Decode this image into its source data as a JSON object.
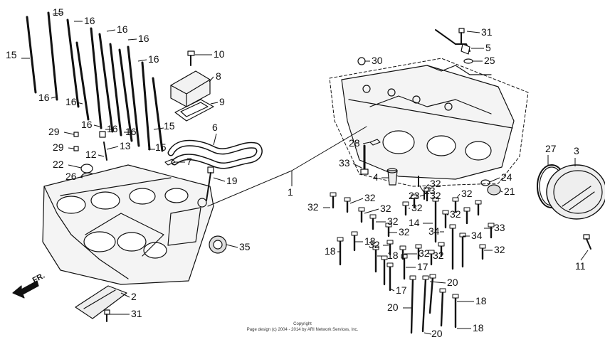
{
  "figure": {
    "front_marker": "FR.",
    "copyright_line1": "Copyright",
    "copyright_line2": "Page design (c) 2004 - 2014 by ARI Network Services, Inc."
  },
  "parts": [
    {
      "id": "p15a",
      "label": "15"
    },
    {
      "id": "p15b",
      "label": "15"
    },
    {
      "id": "p15c",
      "label": "15"
    },
    {
      "id": "p15d",
      "label": "15"
    },
    {
      "id": "p16a",
      "label": "16"
    },
    {
      "id": "p16b",
      "label": "16"
    },
    {
      "id": "p16c",
      "label": "16"
    },
    {
      "id": "p16d",
      "label": "16"
    },
    {
      "id": "p16e",
      "label": "16"
    },
    {
      "id": "p16f",
      "label": "16"
    },
    {
      "id": "p16g",
      "label": "16"
    },
    {
      "id": "p16h",
      "label": "16"
    },
    {
      "id": "p16i",
      "label": "16"
    },
    {
      "id": "p10",
      "label": "10"
    },
    {
      "id": "p8",
      "label": "8"
    },
    {
      "id": "p9",
      "label": "9"
    },
    {
      "id": "p6",
      "label": "6"
    },
    {
      "id": "p7",
      "label": "7"
    },
    {
      "id": "p13",
      "label": "13"
    },
    {
      "id": "p12",
      "label": "12"
    },
    {
      "id": "p29a",
      "label": "29"
    },
    {
      "id": "p29b",
      "label": "29"
    },
    {
      "id": "p22",
      "label": "22"
    },
    {
      "id": "p26",
      "label": "26"
    },
    {
      "id": "p19",
      "label": "19"
    },
    {
      "id": "p1",
      "label": "1"
    },
    {
      "id": "p35",
      "label": "35"
    },
    {
      "id": "p2",
      "label": "2"
    },
    {
      "id": "p31a",
      "label": "31"
    },
    {
      "id": "p31b",
      "label": "31"
    },
    {
      "id": "p5",
      "label": "5"
    },
    {
      "id": "p25",
      "label": "25"
    },
    {
      "id": "p30",
      "label": "30"
    },
    {
      "id": "p28",
      "label": "28"
    },
    {
      "id": "p33a",
      "label": "33"
    },
    {
      "id": "p33b",
      "label": "33"
    },
    {
      "id": "p4",
      "label": "4"
    },
    {
      "id": "p24",
      "label": "24"
    },
    {
      "id": "p21",
      "label": "21"
    },
    {
      "id": "p23a",
      "label": "23"
    },
    {
      "id": "p23b",
      "label": "23"
    },
    {
      "id": "p27",
      "label": "27"
    },
    {
      "id": "p3",
      "label": "3"
    },
    {
      "id": "p11",
      "label": "11"
    },
    {
      "id": "p32a",
      "label": "32"
    },
    {
      "id": "p32b",
      "label": "32"
    },
    {
      "id": "p32c",
      "label": "32"
    },
    {
      "id": "p32d",
      "label": "32"
    },
    {
      "id": "p32e",
      "label": "32"
    },
    {
      "id": "p32f",
      "label": "32"
    },
    {
      "id": "p32g",
      "label": "32"
    },
    {
      "id": "p32h",
      "label": "32"
    },
    {
      "id": "p32i",
      "label": "32"
    },
    {
      "id": "p32j",
      "label": "32"
    },
    {
      "id": "p32k",
      "label": "32"
    },
    {
      "id": "p32l",
      "label": "32"
    },
    {
      "id": "p32m",
      "label": "32"
    },
    {
      "id": "p32n",
      "label": "32"
    },
    {
      "id": "p14",
      "label": "14"
    },
    {
      "id": "p34a",
      "label": "34"
    },
    {
      "id": "p34b",
      "label": "34"
    },
    {
      "id": "p18a",
      "label": "18"
    },
    {
      "id": "p18b",
      "label": "18"
    },
    {
      "id": "p18c",
      "label": "18"
    },
    {
      "id": "p18d",
      "label": "18"
    },
    {
      "id": "p18e",
      "label": "18"
    },
    {
      "id": "p17a",
      "label": "17"
    },
    {
      "id": "p17b",
      "label": "17"
    },
    {
      "id": "p20a",
      "label": "20"
    },
    {
      "id": "p20b",
      "label": "20"
    },
    {
      "id": "p20c",
      "label": "20"
    }
  ]
}
